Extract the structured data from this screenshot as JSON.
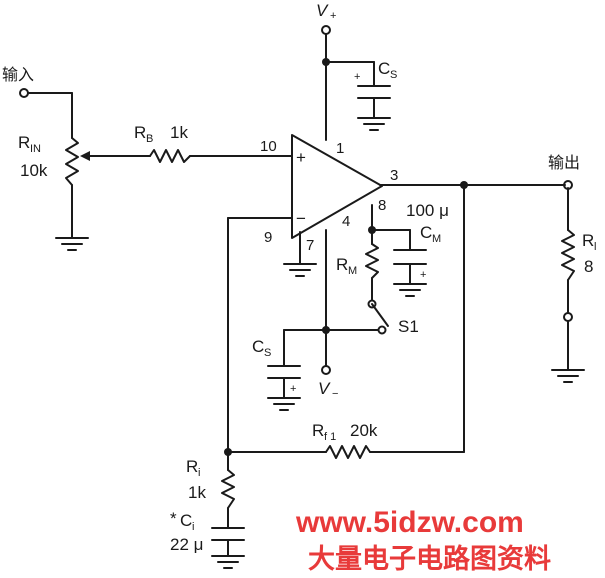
{
  "supply": {
    "vplus": "V",
    "vplus_sign": "+",
    "vminus": "V",
    "vminus_sign": "−"
  },
  "io": {
    "input": "输入",
    "output": "输出"
  },
  "components": {
    "rin": {
      "name": "R",
      "sub": "IN",
      "value": "10k"
    },
    "rb": {
      "name": "R",
      "sub": "B",
      "value": "1k"
    },
    "cs_top": {
      "name": "C",
      "sub": "S"
    },
    "cs_bottom": {
      "name": "C",
      "sub": "S"
    },
    "cm": {
      "name": "C",
      "sub": "M",
      "value": "100 μ"
    },
    "rm": {
      "name": "R",
      "sub": "M"
    },
    "s1": {
      "name": "S1"
    },
    "rl": {
      "name": "R",
      "sub": "l",
      "value": "8"
    },
    "rf": {
      "name": "R",
      "sub": "f 1",
      "value": "20k"
    },
    "ri": {
      "name": "R",
      "sub": "i",
      "value": "1k"
    },
    "ci": {
      "prefix": "*",
      "name": "C",
      "sub": "i",
      "value": "22 μ"
    }
  },
  "amp": {
    "plus": "+",
    "minus": "−"
  },
  "pins": {
    "p10": "10",
    "p1": "1",
    "p3": "3",
    "p8": "8",
    "p4": "4",
    "p9": "9",
    "p7": "7"
  },
  "polarity": "+",
  "watermark": {
    "url": "www.5idzw.com",
    "text": "大量电子电路图资料"
  }
}
